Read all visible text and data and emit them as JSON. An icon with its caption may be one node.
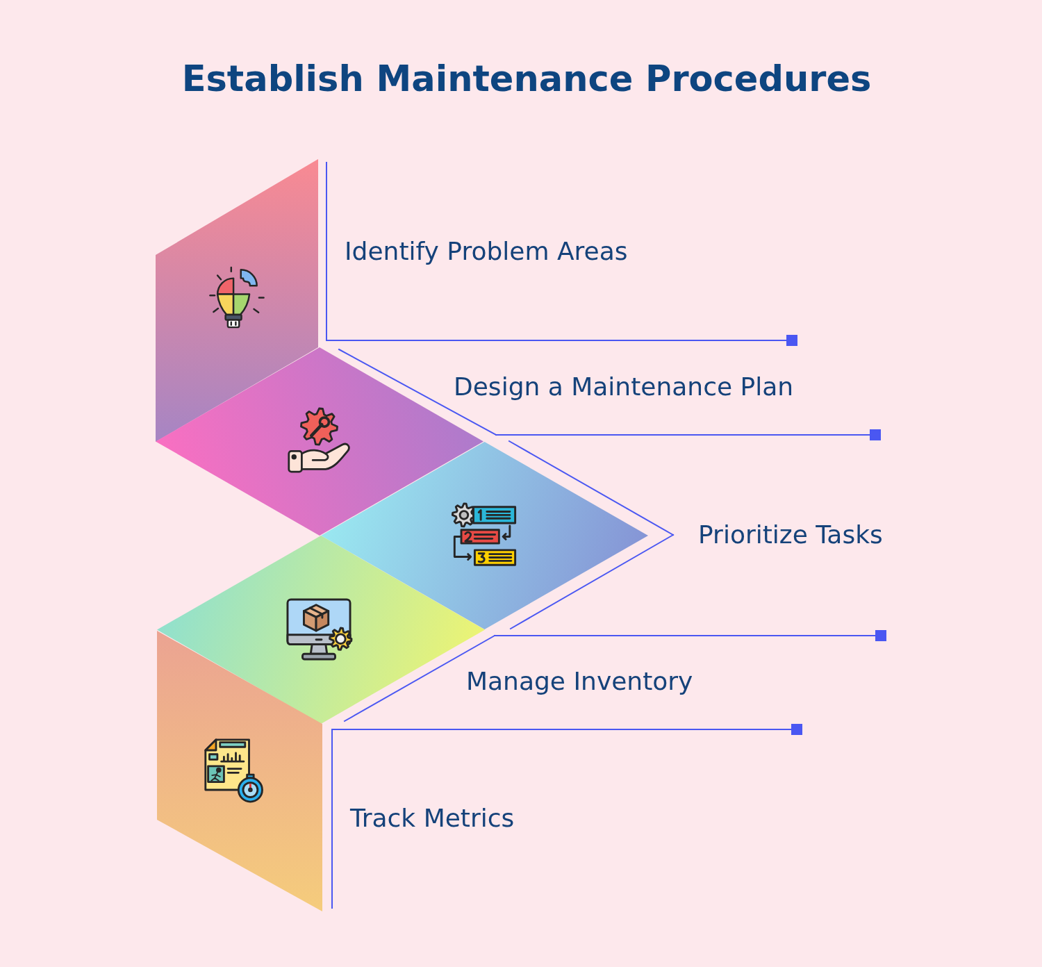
{
  "diagram": {
    "title": "Establish Maintenance Procedures",
    "nodes": [
      {
        "text": [],
        "shape": "parallelogram",
        "beside": [
          "Identify Problem Areas"
        ]
      },
      {
        "text": [],
        "shape": "diamond",
        "beside": [
          "Design a Maintenance Plan"
        ]
      },
      {
        "text": [],
        "shape": "diamond",
        "beside": [
          "Prioritize Tasks"
        ]
      },
      {
        "text": [],
        "shape": "diamond",
        "beside": [
          "Manage Inventory"
        ]
      },
      {
        "text": [],
        "shape": "parallelogram",
        "beside": [
          "Track Metrics"
        ]
      }
    ]
  }
}
